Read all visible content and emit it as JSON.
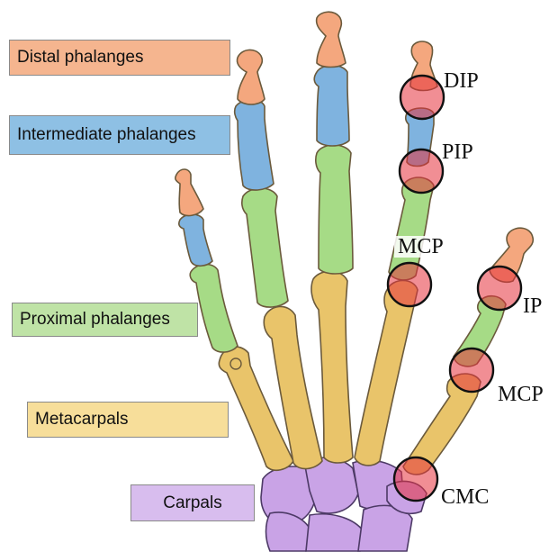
{
  "legend": {
    "distal": "Distal phalanges",
    "intermediate": "Intermediate phalanges",
    "proximal": "Proximal phalanges",
    "metacarpals": "Metacarpals",
    "carpals": "Carpals"
  },
  "joints": {
    "dip": "DIP",
    "pip": "PIP",
    "mcp_finger": "MCP",
    "ip": "IP",
    "mcp_thumb": "MCP",
    "cmc": "CMC"
  },
  "colors": {
    "distal": "#f4a77e",
    "intermediate": "#7fb3df",
    "proximal": "#a6db86",
    "metacarpal": "#e9c46a",
    "carpal": "#c9a3e6",
    "joint_fill": "#e8404a",
    "legend_distal_bg": "#f5b58f",
    "legend_intermediate_bg": "#8ec0e4",
    "legend_proximal_bg": "#bfe3a6",
    "legend_metacarpal_bg": "#f7de9a",
    "legend_carpal_bg": "#d8bdee"
  }
}
